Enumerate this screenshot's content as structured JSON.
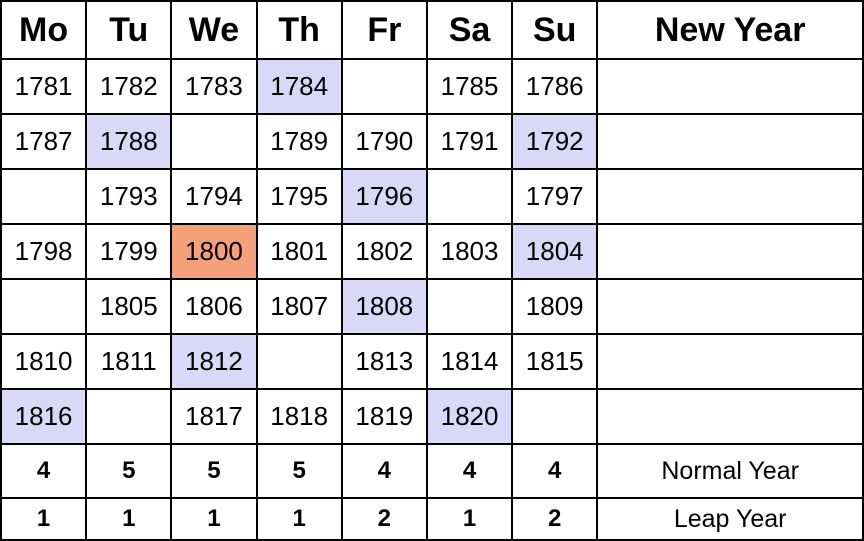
{
  "headers": [
    "Mo",
    "Tu",
    "We",
    "Th",
    "Fr",
    "Sa",
    "Su",
    "New Year"
  ],
  "colors": {
    "leap_year_cell": "#d9d9f7",
    "special_cell": "#f4a07a",
    "grid_line": "#000000"
  },
  "rows": [
    [
      {
        "text": "1781",
        "style": ""
      },
      {
        "text": "1782",
        "style": ""
      },
      {
        "text": "1783",
        "style": ""
      },
      {
        "text": "1784",
        "style": "leap"
      },
      {
        "text": "",
        "style": ""
      },
      {
        "text": "1785",
        "style": ""
      },
      {
        "text": "1786",
        "style": ""
      },
      {
        "text": "",
        "style": ""
      }
    ],
    [
      {
        "text": "1787",
        "style": ""
      },
      {
        "text": "1788",
        "style": "leap"
      },
      {
        "text": "",
        "style": ""
      },
      {
        "text": "1789",
        "style": ""
      },
      {
        "text": "1790",
        "style": ""
      },
      {
        "text": "1791",
        "style": ""
      },
      {
        "text": "1792",
        "style": "leap"
      },
      {
        "text": "",
        "style": ""
      }
    ],
    [
      {
        "text": "",
        "style": ""
      },
      {
        "text": "1793",
        "style": ""
      },
      {
        "text": "1794",
        "style": ""
      },
      {
        "text": "1795",
        "style": ""
      },
      {
        "text": "1796",
        "style": "leap"
      },
      {
        "text": "",
        "style": ""
      },
      {
        "text": "1797",
        "style": ""
      },
      {
        "text": "",
        "style": ""
      }
    ],
    [
      {
        "text": "1798",
        "style": ""
      },
      {
        "text": "1799",
        "style": ""
      },
      {
        "text": "1800",
        "style": "highlight"
      },
      {
        "text": "1801",
        "style": ""
      },
      {
        "text": "1802",
        "style": ""
      },
      {
        "text": "1803",
        "style": ""
      },
      {
        "text": "1804",
        "style": "leap"
      },
      {
        "text": "",
        "style": ""
      }
    ],
    [
      {
        "text": "",
        "style": ""
      },
      {
        "text": "1805",
        "style": ""
      },
      {
        "text": "1806",
        "style": ""
      },
      {
        "text": "1807",
        "style": ""
      },
      {
        "text": "1808",
        "style": "leap"
      },
      {
        "text": "",
        "style": ""
      },
      {
        "text": "1809",
        "style": ""
      },
      {
        "text": "",
        "style": ""
      }
    ],
    [
      {
        "text": "1810",
        "style": ""
      },
      {
        "text": "1811",
        "style": ""
      },
      {
        "text": "1812",
        "style": "leap"
      },
      {
        "text": "",
        "style": ""
      },
      {
        "text": "1813",
        "style": ""
      },
      {
        "text": "1814",
        "style": ""
      },
      {
        "text": "1815",
        "style": ""
      },
      {
        "text": "",
        "style": ""
      }
    ],
    [
      {
        "text": "1816",
        "style": "leap"
      },
      {
        "text": "",
        "style": ""
      },
      {
        "text": "1817",
        "style": ""
      },
      {
        "text": "1818",
        "style": ""
      },
      {
        "text": "1819",
        "style": ""
      },
      {
        "text": "1820",
        "style": "leap"
      },
      {
        "text": "",
        "style": ""
      },
      {
        "text": "",
        "style": ""
      }
    ]
  ],
  "totals": [
    {
      "label": "Normal Year",
      "counts": [
        "4",
        "5",
        "5",
        "5",
        "4",
        "4",
        "4"
      ]
    },
    {
      "label": "Leap Year",
      "counts": [
        "1",
        "1",
        "1",
        "1",
        "2",
        "1",
        "2"
      ]
    }
  ]
}
